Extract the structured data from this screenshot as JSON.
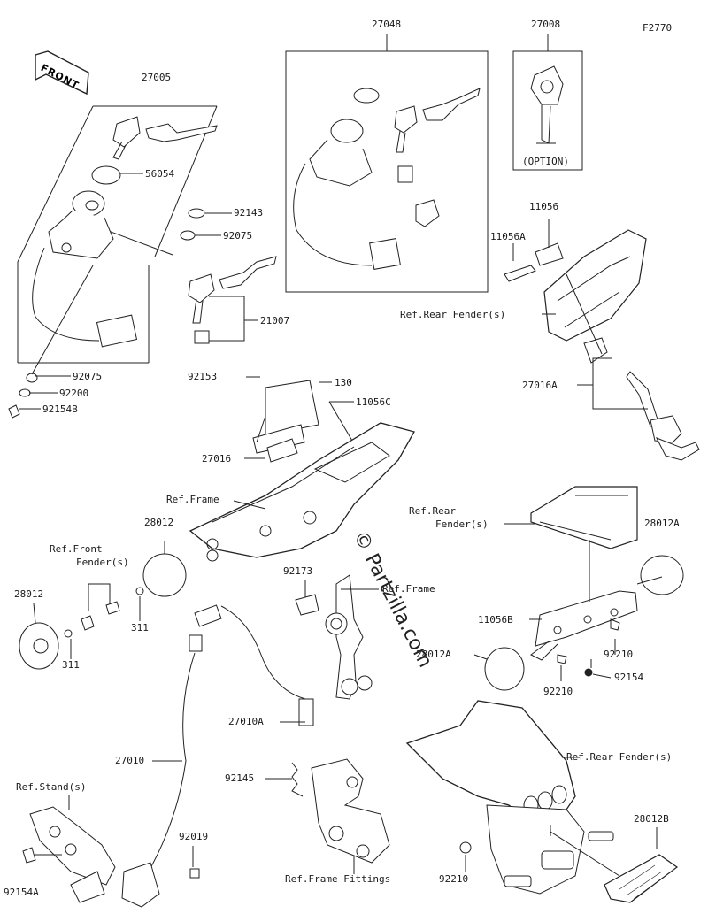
{
  "figure_code": "F2770",
  "front_label": "FRONT",
  "watermark": "© Partzilla.com",
  "labels": {
    "p27048": "27048",
    "p27008": "27008",
    "option": "(OPTION)",
    "p27005": "27005",
    "p56054": "56054",
    "p92143": "92143",
    "p92075a": "92075",
    "p21007": "21007",
    "p92075b": "92075",
    "p92200": "92200",
    "p92154b": "92154B",
    "p92153": "92153",
    "p130": "130",
    "p11056c": "11056C",
    "p27016": "27016",
    "ref_frame1": "Ref.Frame",
    "p11056": "11056",
    "p11056a": "11056A",
    "ref_rear1": "Ref.Rear Fender(s)",
    "p27016a": "27016A",
    "ref_rear2a": "Ref.Rear",
    "ref_rear2b": "Fender(s)",
    "p28012a_top": "28012A",
    "p11056b": "11056B",
    "p92210a": "92210",
    "p92154": "92154",
    "p92210b": "92210",
    "p28012a_left": "28012A",
    "p28012_top": "28012",
    "ref_front_a": "Ref.Front",
    "ref_front_b": "Fender(s)",
    "p28012_left": "28012",
    "p311a": "311",
    "p311b": "311",
    "p92173": "92173",
    "ref_frame2": "Ref.Frame",
    "p27010a": "27010A",
    "p27010": "27010",
    "p92145": "92145",
    "ref_stand": "Ref.Stand(s)",
    "p92019": "92019",
    "p92154a": "92154A",
    "ref_frame_fittings": "Ref.Frame Fittings",
    "p92210c": "92210",
    "ref_rear3": "Ref.Rear Fender(s)",
    "p28012b": "28012B"
  }
}
